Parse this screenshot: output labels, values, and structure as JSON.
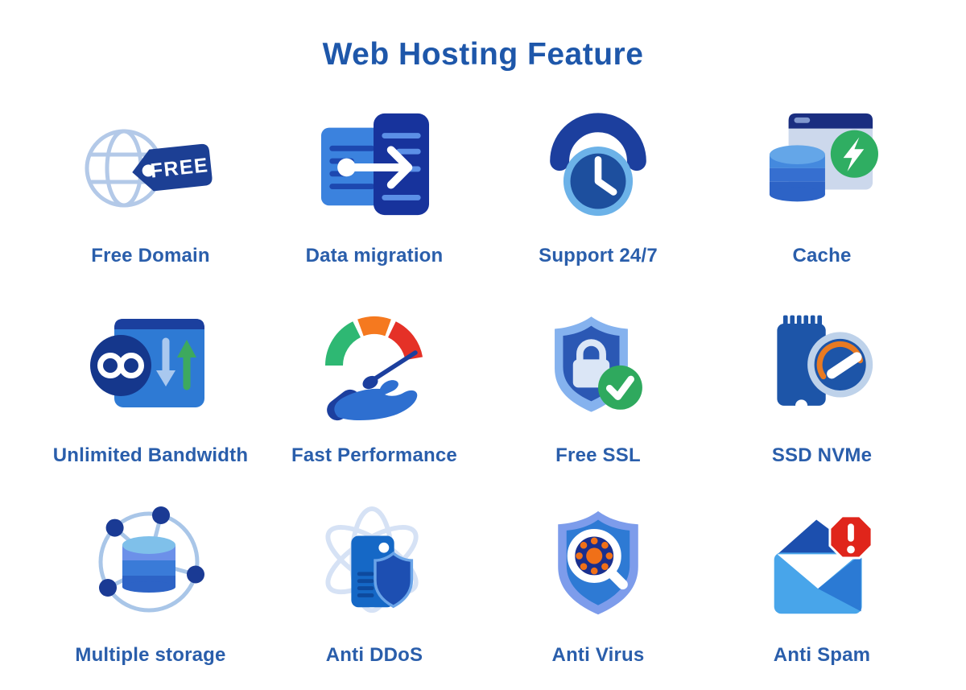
{
  "page": {
    "title": "Web Hosting Feature",
    "title_color": "#1e57aa",
    "label_color": "#2a5eab",
    "background": "#ffffff"
  },
  "palette": {
    "dark_navy": "#1c3f9e",
    "medium_blue": "#2e7ad4",
    "light_blue": "#a9c6e8",
    "green": "#2fae62",
    "orange": "#f5791f",
    "red": "#e0251b"
  },
  "features": [
    {
      "label": "Free Domain",
      "icon": "free-domain-icon",
      "tag_text": "FREE"
    },
    {
      "label": "Data migration",
      "icon": "data-migration-icon"
    },
    {
      "label": "Support 24/7",
      "icon": "support-24-7-icon"
    },
    {
      "label": "Cache",
      "icon": "cache-icon"
    },
    {
      "label": "Unlimited Bandwidth",
      "icon": "unlimited-bandwidth-icon"
    },
    {
      "label": "Fast Performance",
      "icon": "fast-performance-icon"
    },
    {
      "label": "Free SSL",
      "icon": "free-ssl-icon"
    },
    {
      "label": "SSD NVMe",
      "icon": "ssd-nvme-icon"
    },
    {
      "label": "Multiple storage",
      "icon": "multiple-storage-icon"
    },
    {
      "label": "Anti DDoS",
      "icon": "anti-ddos-icon"
    },
    {
      "label": "Anti Virus",
      "icon": "anti-virus-icon"
    },
    {
      "label": "Anti Spam",
      "icon": "anti-spam-icon"
    }
  ]
}
